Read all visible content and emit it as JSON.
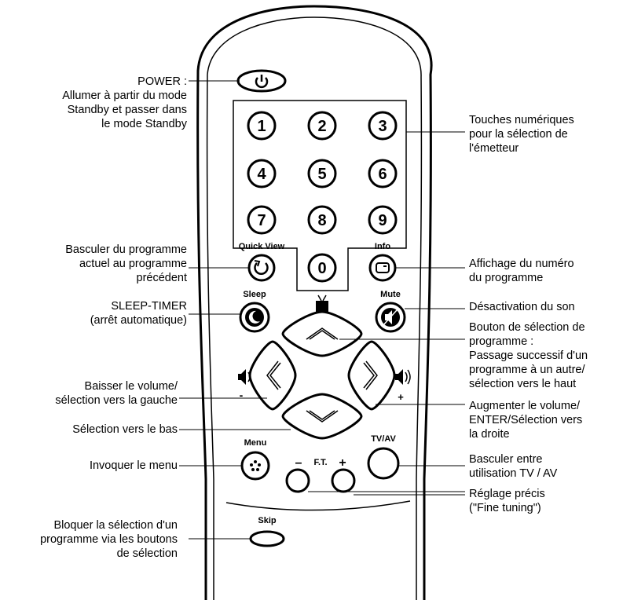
{
  "remote": {
    "buttons": {
      "power_symbol": "⏻",
      "digits": [
        "1",
        "2",
        "3",
        "4",
        "5",
        "6",
        "7",
        "8",
        "9",
        "0"
      ],
      "quickview": "Quick View",
      "info": "Info",
      "sleep": "Sleep",
      "mute": "Mute",
      "menu": "Menu",
      "tvav": "TV/AV",
      "ft": "F.T.",
      "ft_minus": "–",
      "ft_plus": "+",
      "skip": "Skip",
      "vol_minus": "-",
      "vol_plus": "+"
    }
  },
  "annotations": {
    "power": [
      "POWER :",
      "Allumer à partir du mode",
      "Standby et passer dans",
      "le mode Standby"
    ],
    "digits": [
      "Touches numériques",
      "pour la sélection de",
      "l'émetteur"
    ],
    "quickview": [
      "Basculer du programme",
      "actuel au programme",
      "précédent"
    ],
    "info": [
      "Affichage du numéro",
      "du programme"
    ],
    "sleep": [
      "SLEEP-TIMER",
      "(arrêt automatique)"
    ],
    "mute": [
      "Désactivation du son"
    ],
    "prog_up": [
      "Bouton de sélection de",
      "programme :",
      "Passage successif d'un",
      "programme à un autre/",
      "sélection vers le haut"
    ],
    "vol_down": [
      "Baisser le volume/",
      "sélection vers la gauche"
    ],
    "vol_up": [
      "Augmenter le volume/",
      "ENTER/Sélection vers",
      "la droite"
    ],
    "prog_down": [
      "Sélection vers le bas"
    ],
    "menu": [
      "Invoquer le menu"
    ],
    "tvav": [
      "Basculer entre",
      "utilisation TV / AV"
    ],
    "finetune": [
      "Réglage précis",
      "(\"Fine tuning\")"
    ],
    "skip": [
      "Bloquer la sélection d'un",
      "programme via les boutons",
      "de sélection"
    ]
  }
}
